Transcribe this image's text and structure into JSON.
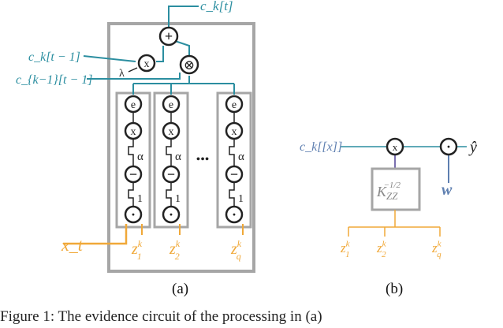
{
  "panel_a": {
    "caption": "(a)",
    "output_label": "c_k[t]",
    "input_prev_label": "c_k[t − 1]",
    "input_prevk_label": "c_{k−1}[t − 1]",
    "lambda_label": "λ",
    "plus_symbol": "+",
    "times_symbol": "x",
    "otimes_symbol": "⊗",
    "x_label": "x_t",
    "ellipsis": "•••",
    "columns": [
      {
        "e": "e",
        "x": "x",
        "alpha": "α",
        "minus": "−",
        "one": "1",
        "dot": "·",
        "z": "z",
        "sup": "k",
        "sub": "1"
      },
      {
        "e": "e",
        "x": "x",
        "alpha": "α",
        "minus": "−",
        "one": "1",
        "dot": "·",
        "z": "z",
        "sup": "k",
        "sub": "2"
      },
      {
        "e": "e",
        "x": "x",
        "alpha": "α",
        "minus": "−",
        "one": "1",
        "dot": "·",
        "z": "z",
        "sup": "k",
        "sub": "q"
      }
    ]
  },
  "panel_b": {
    "caption": "(b)",
    "input_label": "c_k[[x]]",
    "times_symbol": "x",
    "dot_symbol": "·",
    "output_label": "ŷ",
    "w_label": "w",
    "kernel_base": "K",
    "kernel_sub": "ZZ",
    "kernel_sup": "−1/2",
    "z_labels": [
      {
        "z": "z",
        "sup": "k",
        "sub": "1"
      },
      {
        "z": "z",
        "sup": "k",
        "sub": "2"
      },
      {
        "z": "z",
        "sup": "k",
        "sub": "q"
      }
    ]
  },
  "footer_text": "Figure 1: The evidence circuit of the processing in (a)",
  "colors": {
    "teal": "#2b8ea0",
    "orange": "#f0a838",
    "gray": "#a6a6a6",
    "blue": "#5e7fb0",
    "purple": "#7a6fb0",
    "dark": "#222222"
  }
}
